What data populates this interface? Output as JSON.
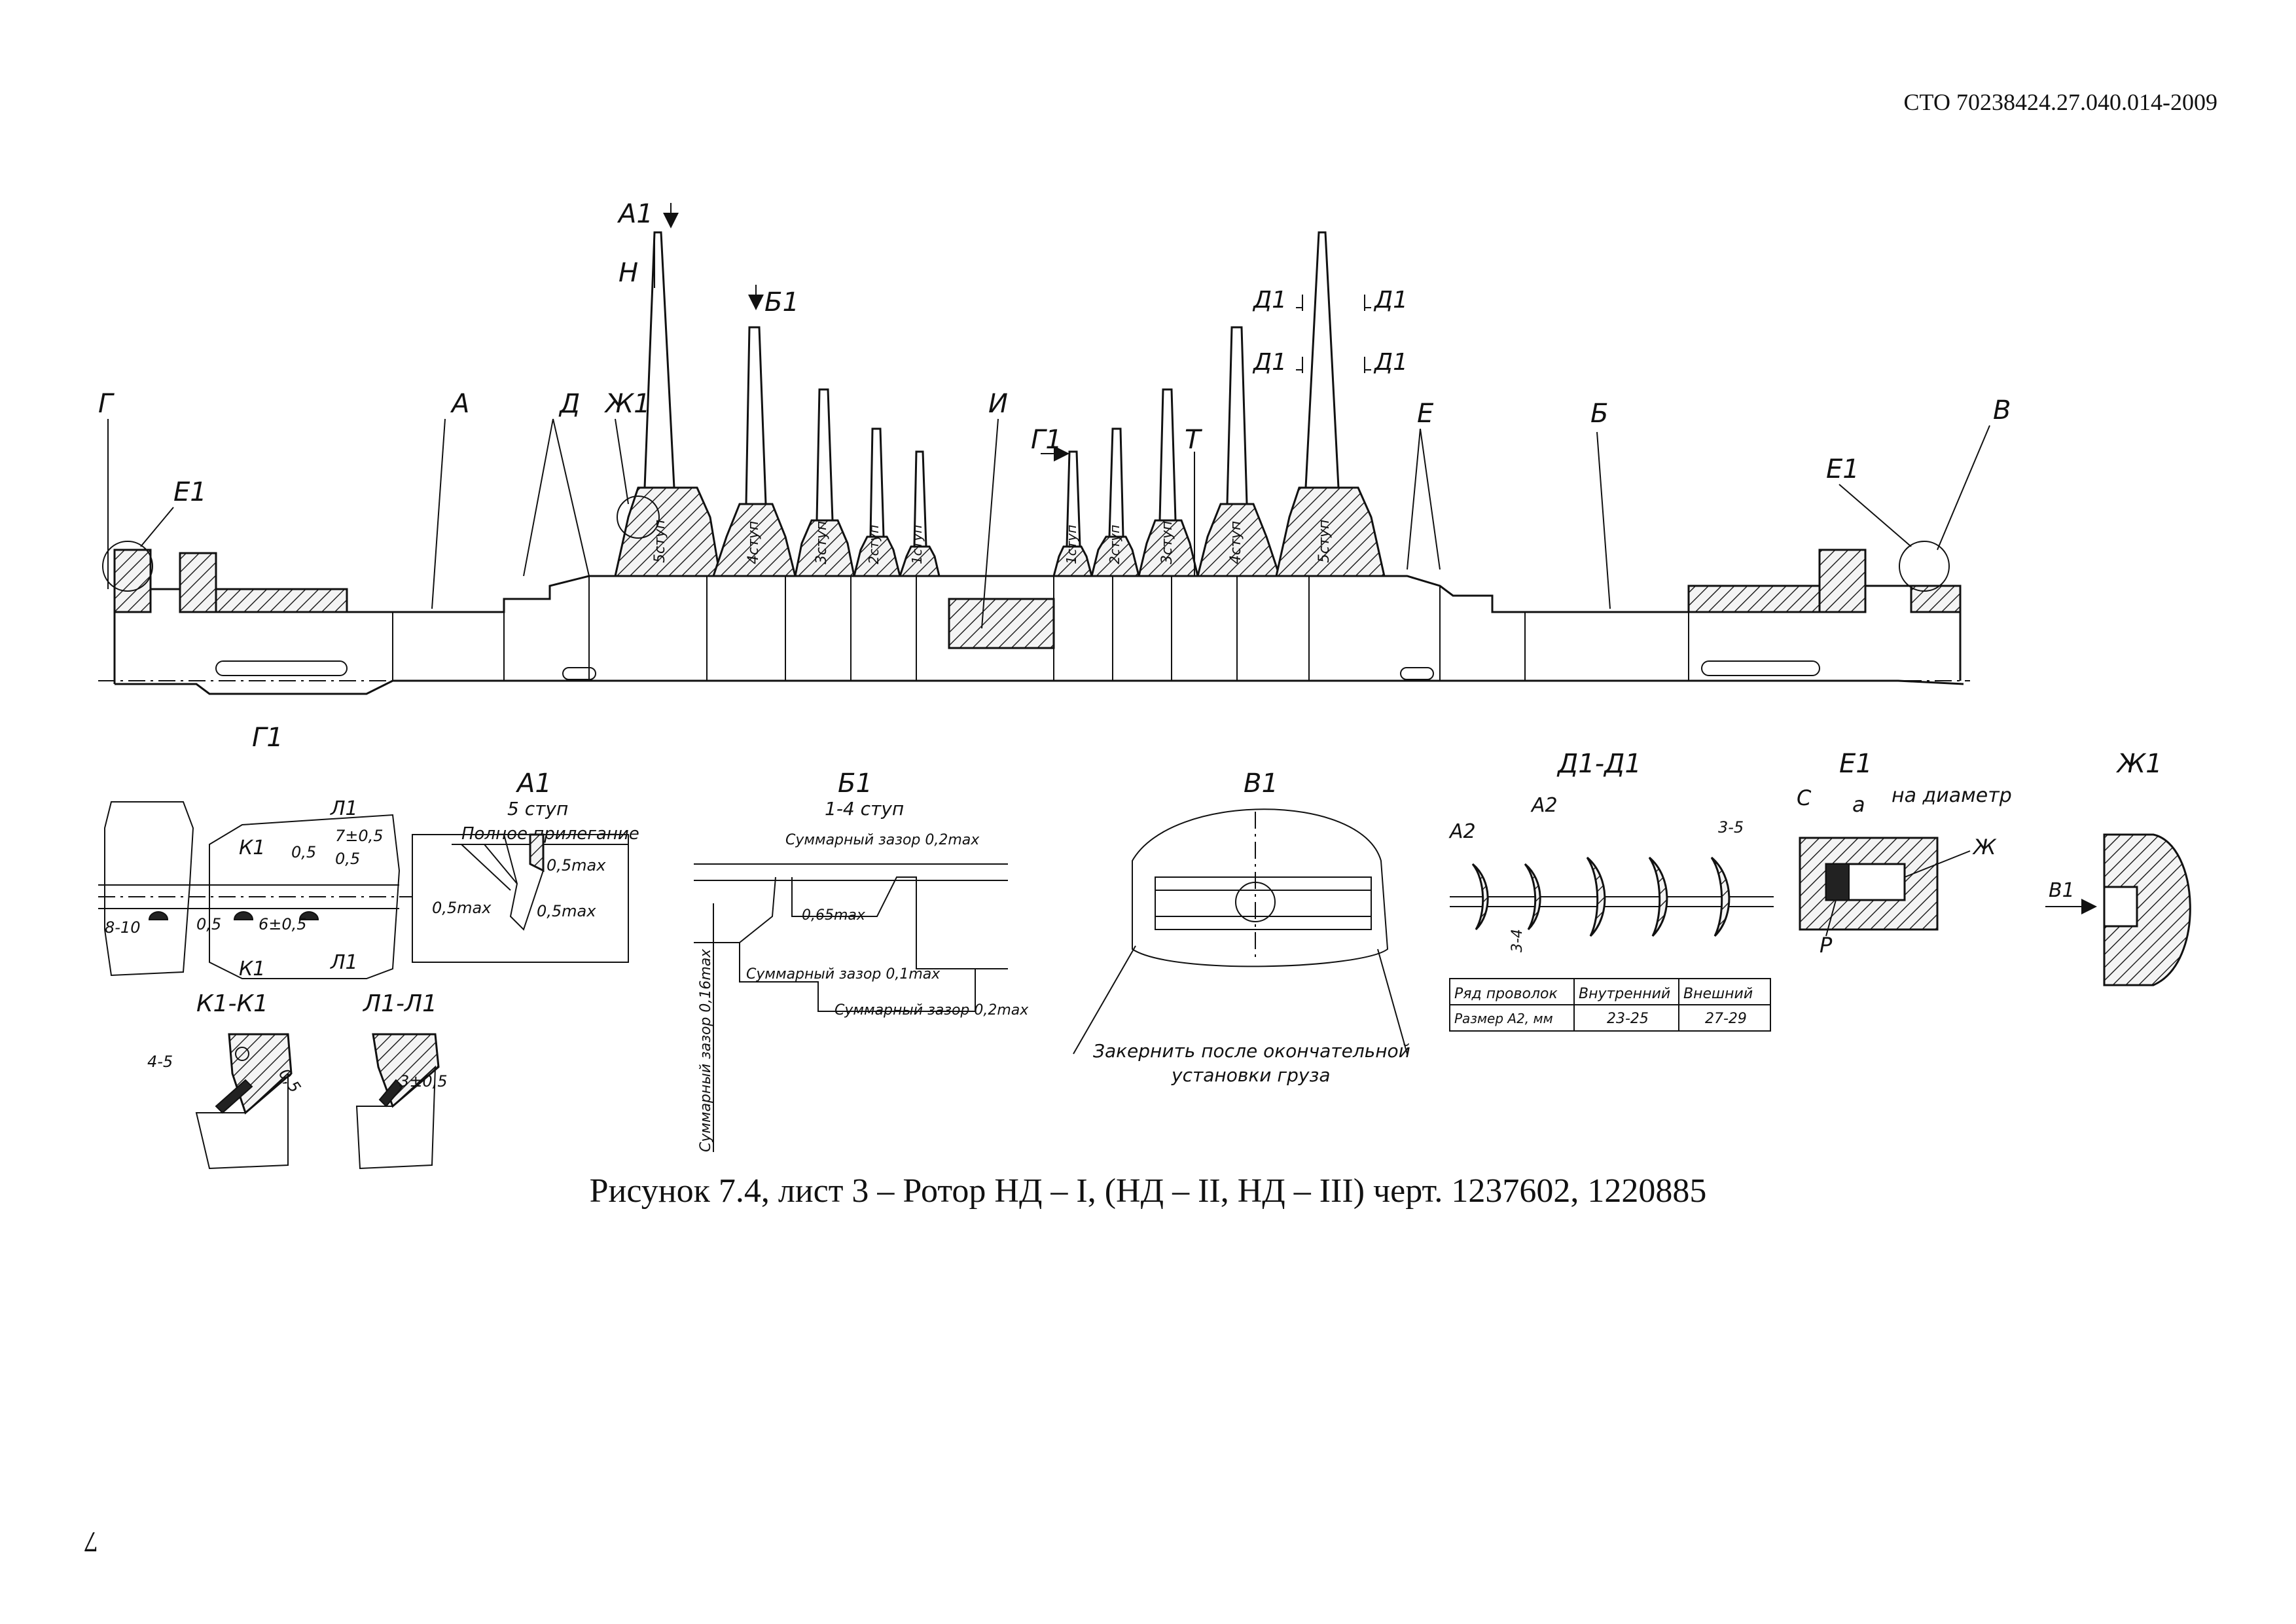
{
  "header": {
    "doc_code": "СТО 70238424.27.040.014-2009"
  },
  "caption": "Рисунок 7.4, лист 3 – Ротор НД – I, (НД – II, НД – III) черт. 1237602, 1220885",
  "page_number": "7",
  "rotor": {
    "labels": {
      "g": "Г",
      "e1_left": "Е1",
      "a": "А",
      "d": "Д",
      "zh1": "Ж1",
      "a1": "А1",
      "n": "Н",
      "b1": "Б1",
      "i": "И",
      "g1": "Г1",
      "t": "Т",
      "d1_a": "Д1",
      "d1_b": "Д1",
      "d1_c": "Д1",
      "d1_d": "Д1",
      "e": "Е",
      "b": "Б",
      "e1_right": "Е1",
      "v": "В"
    },
    "stage_left": [
      "5ступ",
      "4ступ",
      "3ступ",
      "2ступ",
      "1ступ"
    ],
    "stage_right": [
      "1ступ",
      "2ступ",
      "3ступ",
      "4ступ",
      "5ступ"
    ]
  },
  "details": {
    "g1": {
      "title": "Г1",
      "l1_top": "Л1",
      "k1_top": "К1",
      "dim_7": "7±0,5",
      "dim_05a": "0,5",
      "dim_05b": "0,5",
      "dim_810": "8-10",
      "dim_05c": "0,5",
      "dim_6": "6±0,5",
      "k1_bot": "К1",
      "l1_bot": "Л1"
    },
    "a1": {
      "title": "А1",
      "sub": "5 ступ",
      "note": "Полное прилегание",
      "m1": "0,5max",
      "m2": "0,5max",
      "m3": "0,5max"
    },
    "b1": {
      "title": "Б1",
      "sub": "1-4 ступ",
      "gap1": "Суммарный зазор 0,2max",
      "gap2": "0,65max",
      "gap3": "Суммарный зазор 0,1max",
      "gap4": "Суммарный зазор 0,2max",
      "gap_v": "Суммарный зазор 0,16max"
    },
    "v1": {
      "title": "В1",
      "note1": "Закернить после окончательной",
      "note2": "установки груза"
    },
    "d1": {
      "title": "Д1-Д1",
      "a2a": "А2",
      "a2b": "А2",
      "dim35": "3-5",
      "dim34": "3-4",
      "table": {
        "headers": [
          "Ряд проволок",
          "Внутренний",
          "Внешний"
        ],
        "rows": [
          [
            "Размер А2, мм",
            "23-25",
            "27-29"
          ]
        ]
      }
    },
    "e1": {
      "title": "Е1",
      "c": "С",
      "a": "а",
      "note": "на диаметр",
      "zh": "Ж",
      "p": "Р"
    },
    "zh1": {
      "title": "Ж1",
      "v1": "В1"
    },
    "k1k1": {
      "title": "К1-К1",
      "d45": "4-5",
      "d05": "0,5"
    },
    "l1l1": {
      "title": "Л1-Л1",
      "d3": "3±0,5"
    }
  }
}
